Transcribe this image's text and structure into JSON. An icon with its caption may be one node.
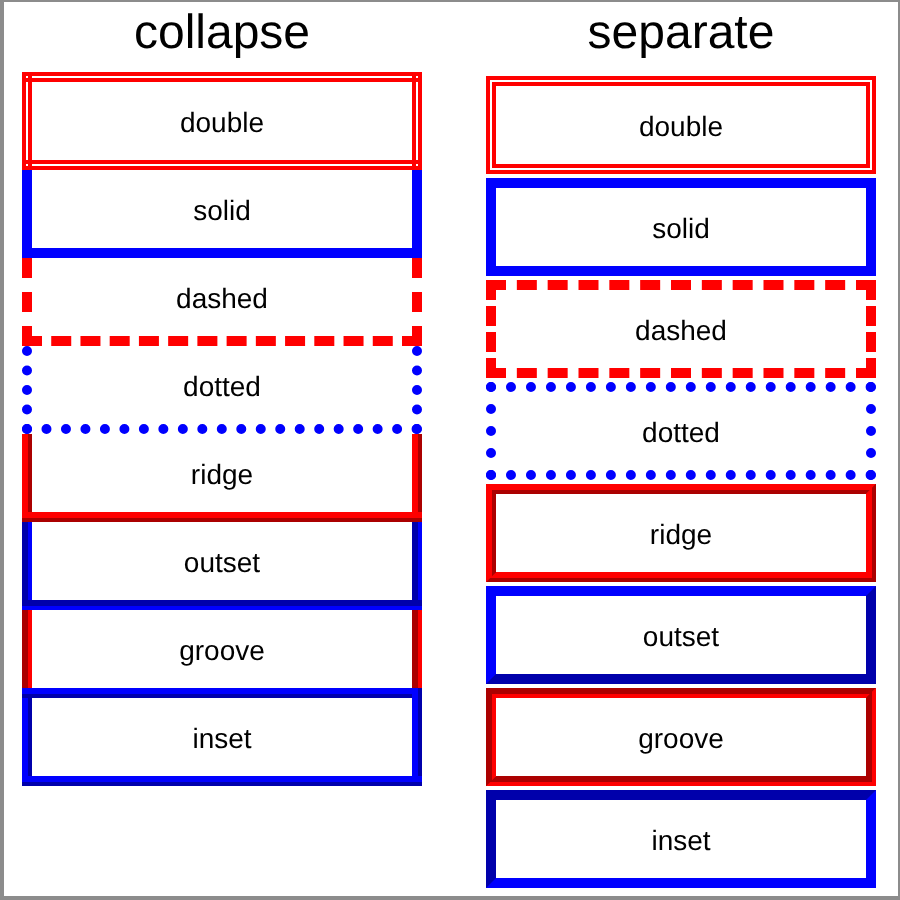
{
  "diagram": {
    "nodes": [
      {
        "text": [
          "double"
        ]
      },
      {
        "text": [
          "solid"
        ]
      },
      {
        "text": [
          "dashed"
        ]
      },
      {
        "text": [
          "dotted"
        ]
      },
      {
        "text": [
          "ridge"
        ]
      },
      {
        "text": [
          "outset"
        ]
      },
      {
        "text": [
          "groove"
        ]
      },
      {
        "text": [
          "inset"
        ]
      },
      {
        "text": [
          "double"
        ]
      },
      {
        "text": [
          "solid"
        ]
      },
      {
        "text": [
          "dashed"
        ]
      },
      {
        "text": [
          "dotted"
        ]
      },
      {
        "text": [
          "ridge"
        ]
      },
      {
        "text": [
          "outset"
        ]
      },
      {
        "text": [
          "groove"
        ]
      },
      {
        "text": [
          "inset"
        ]
      }
    ],
    "labels": [
      "collapse",
      "separate"
    ]
  }
}
